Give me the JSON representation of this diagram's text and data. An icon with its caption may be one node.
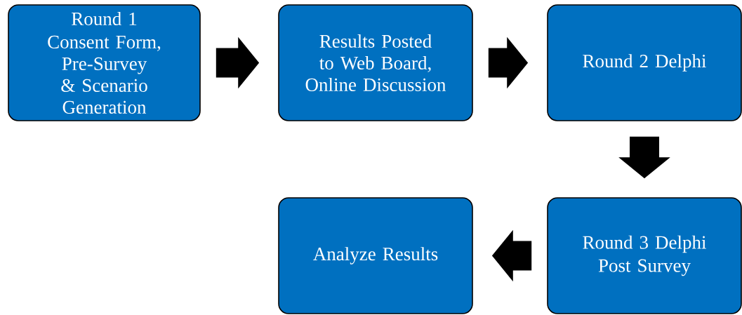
{
  "diagram": {
    "nodes": [
      {
        "text": [
          "Round 1",
          "Consent Form, Pre-Survey & Scenario Generation"
        ]
      },
      {
        "text": [
          "Results Posted to Web Board, Online Discussion"
        ]
      },
      {
        "text": [
          "Round 2 Delphi"
        ]
      },
      {
        "text": [
          "Analyze Results"
        ]
      },
      {
        "text": [
          "Round 3 Delphi",
          "Post Survey"
        ]
      }
    ],
    "edges": [
      {
        "from": 0,
        "to": 1,
        "arrow": "to"
      },
      {
        "from": 1,
        "to": 2,
        "arrow": "to"
      },
      {
        "from": 2,
        "to": 4,
        "arrow": "to"
      },
      {
        "from": 4,
        "to": 3,
        "arrow": "to"
      }
    ]
  }
}
